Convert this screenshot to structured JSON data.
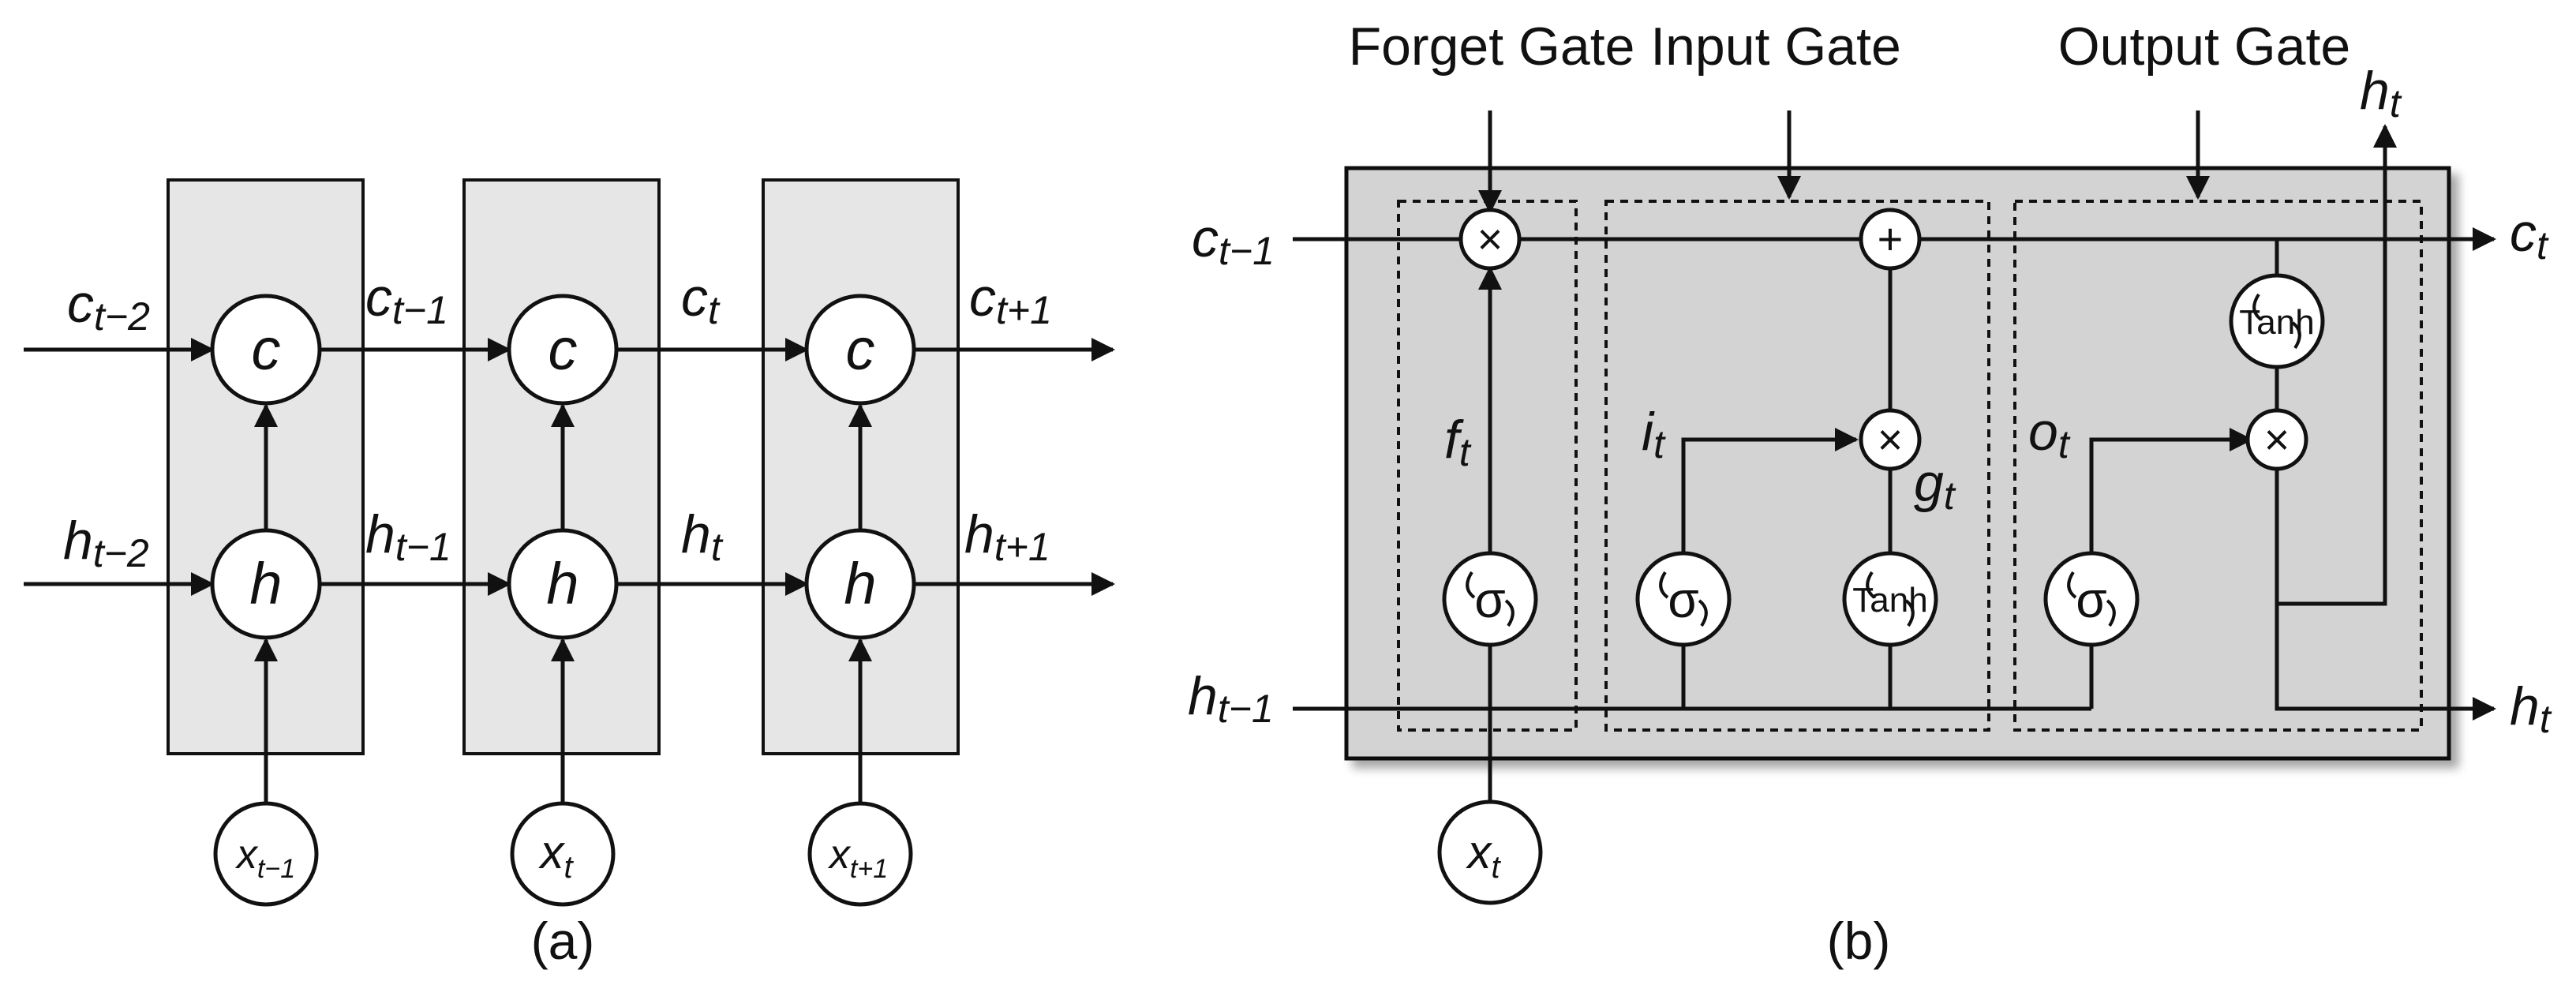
{
  "panel_a": {
    "caption": "(a)",
    "state_c": "c",
    "state_h": "h",
    "inputs": [
      {
        "base": "x",
        "sub": "t−1"
      },
      {
        "base": "x",
        "sub": "t"
      },
      {
        "base": "x",
        "sub": "t+1"
      }
    ],
    "c_labels": [
      {
        "base": "c",
        "sub": "t−2"
      },
      {
        "base": "c",
        "sub": "t−1"
      },
      {
        "base": "c",
        "sub": "t"
      },
      {
        "base": "c",
        "sub": "t+1"
      }
    ],
    "h_labels": [
      {
        "base": "h",
        "sub": "t−2"
      },
      {
        "base": "h",
        "sub": "t−1"
      },
      {
        "base": "h",
        "sub": "t"
      },
      {
        "base": "h",
        "sub": "t+1"
      }
    ]
  },
  "panel_b": {
    "caption": "(b)",
    "gates": {
      "forget": "Forget Gate",
      "input": "Input Gate",
      "output": "Output Gate"
    },
    "c_in": {
      "base": "c",
      "sub": "t−1"
    },
    "c_out": {
      "base": "c",
      "sub": "t"
    },
    "h_in": {
      "base": "h",
      "sub": "t−1"
    },
    "h_out": {
      "base": "h",
      "sub": "t"
    },
    "h_top": {
      "base": "h",
      "sub": "t"
    },
    "x_in": {
      "base": "x",
      "sub": "t"
    },
    "f_label": {
      "base": "f",
      "sub": "t"
    },
    "i_label": {
      "base": "i",
      "sub": "t"
    },
    "g_label": {
      "base": "g",
      "sub": "t"
    },
    "o_label": {
      "base": "o",
      "sub": "t"
    },
    "sigma": "σ",
    "tanh": "Tanh",
    "mul": "×",
    "add": "+"
  }
}
